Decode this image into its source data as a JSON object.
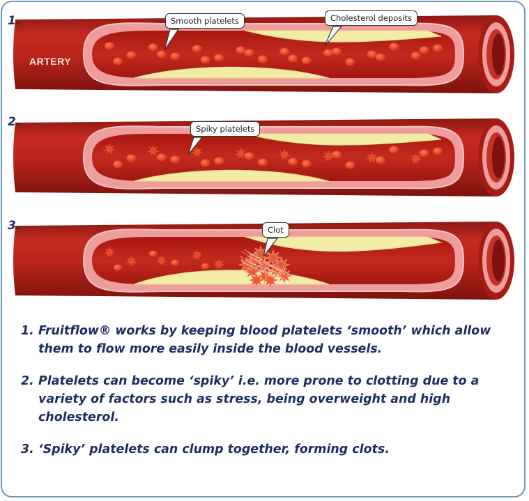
{
  "panels": [
    {
      "number": "1.",
      "callouts": [
        "Smooth platelets",
        "Cholesterol deposits"
      ]
    },
    {
      "number": "2.",
      "callouts": [
        "Spiky platelets"
      ]
    },
    {
      "number": "3.",
      "callouts": [
        "Clot"
      ]
    }
  ],
  "artery_label": "ARTERY",
  "notes": [
    {
      "number": "1.",
      "text": "Fruitflow® works by keeping blood platelets ‘smooth’ which allow them to flow more easily inside the blood vessels."
    },
    {
      "number": "2.",
      "text": "Platelets can become ‘spiky’ i.e. more prone to clotting due to a variety of factors such as stress, being overweight and high cholesterol."
    },
    {
      "number": "3.",
      "text": "‘Spiky’ platelets can clump together, forming clots."
    }
  ],
  "colors": {
    "frame": "#6f98bd",
    "text": "#1d2e5e",
    "vessel": "#b3211c",
    "vessel_dark": "#7e130f",
    "wall_pink": "#ee9c9c",
    "lumen": "#b91f1a",
    "cholesterol": "#f3eca7",
    "platelet": "#e33f22"
  }
}
